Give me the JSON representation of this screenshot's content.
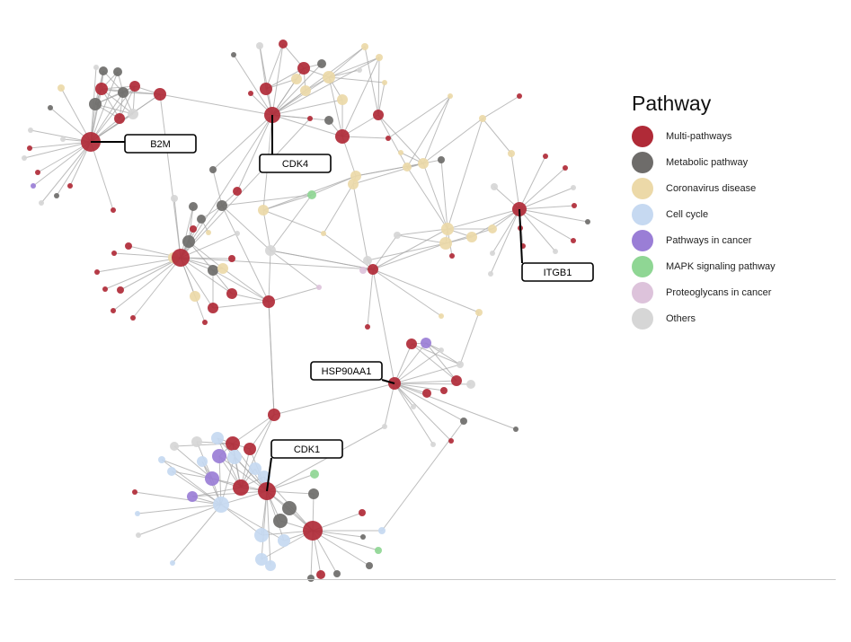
{
  "legend": {
    "title": "Pathway",
    "items": [
      {
        "key": "multi",
        "label": "Multi-pathways",
        "color": "#b02a37"
      },
      {
        "key": "metabolic",
        "label": "Metabolic pathway",
        "color": "#6e6c6a"
      },
      {
        "key": "corona",
        "label": "Coronavirus disease",
        "color": "#ecd9a8"
      },
      {
        "key": "cellcycle",
        "label": "Cell cycle",
        "color": "#c6d9f1"
      },
      {
        "key": "cancer",
        "label": "Pathways in cancer",
        "color": "#9a7ed6"
      },
      {
        "key": "mapk",
        "label": "MAPK signaling pathway",
        "color": "#8fd694"
      },
      {
        "key": "proteoglycans",
        "label": "Proteoglycans in cancer",
        "color": "#ddc3db"
      },
      {
        "key": "others",
        "label": "Others",
        "color": "#d6d6d6"
      }
    ]
  },
  "callouts": [
    {
      "label": "B2M"
    },
    {
      "label": "CDK4"
    },
    {
      "label": "ITGB1"
    },
    {
      "label": "HSP90AA1"
    },
    {
      "label": "CDK1"
    }
  ]
}
